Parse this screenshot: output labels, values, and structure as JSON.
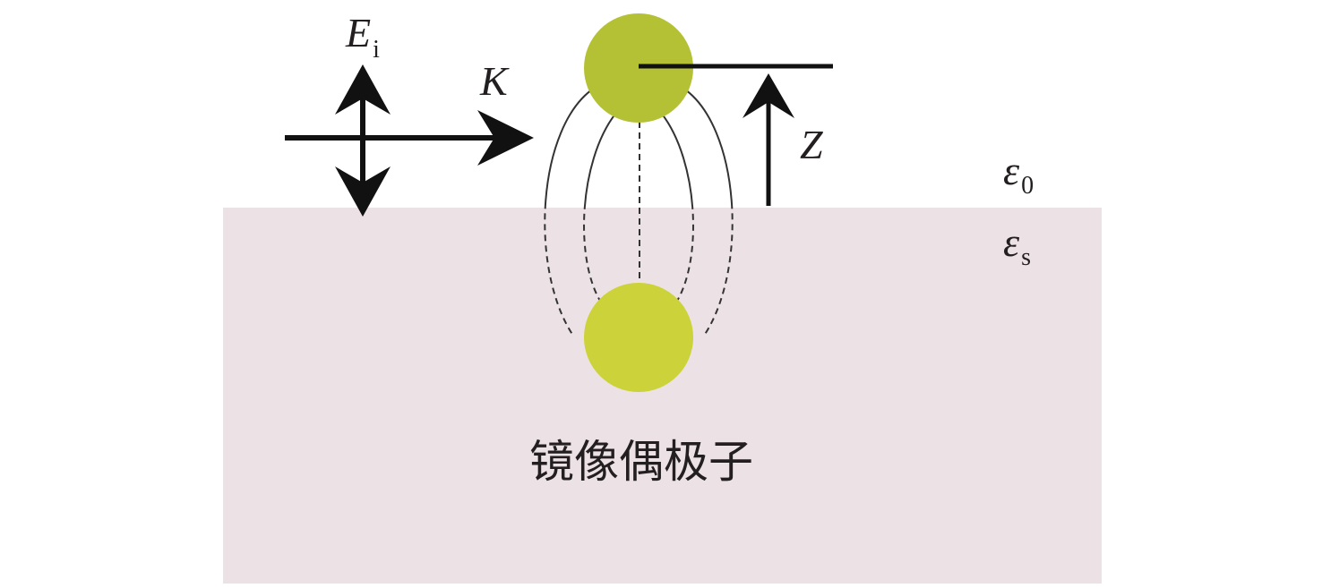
{
  "diagram": {
    "labels": {
      "field": "E",
      "field_sub": "i",
      "wavevector": "K",
      "height": "Z",
      "medium_top": "ε",
      "medium_top_sub": "0",
      "medium_bottom": "ε",
      "medium_bottom_sub": "s",
      "image_dipole": "镜像偶极子"
    },
    "colors": {
      "substrate": "#ece2e5",
      "dipole": "#b5c135",
      "image_dipole": "#ccd23a",
      "arrow": "#111111",
      "field_line": "#333333"
    }
  }
}
